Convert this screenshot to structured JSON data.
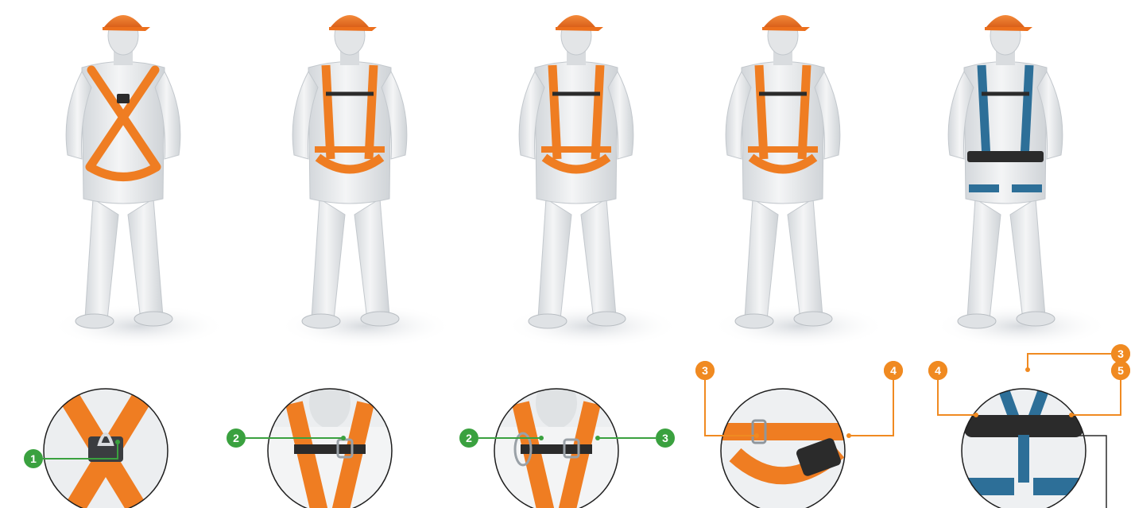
{
  "colors": {
    "harness_orange": "#ef7d22",
    "harness_blue": "#2d6f98",
    "callout_green": "#3aa13f",
    "callout_orange": "#f08a21",
    "suit": "#e9ebed",
    "helmet": "#ec6f1c",
    "buckle_dark": "#2b2b2b"
  },
  "panels": [
    {
      "harness_color": "orange",
      "view": "back",
      "callouts": [
        {
          "label": "1",
          "style": "green-dot",
          "side": "left"
        }
      ]
    },
    {
      "harness_color": "orange",
      "view": "front",
      "callouts": [
        {
          "label": "2",
          "style": "green-dot",
          "side": "left"
        }
      ]
    },
    {
      "harness_color": "orange",
      "view": "front",
      "callouts": [
        {
          "label": "2",
          "style": "green-dot",
          "side": "left"
        },
        {
          "label": "3",
          "style": "green-dot",
          "side": "right"
        }
      ]
    },
    {
      "harness_color": "orange",
      "view": "front",
      "callouts": [
        {
          "label": "3",
          "style": "orange-marker",
          "side": "left"
        },
        {
          "label": "4",
          "style": "orange-marker",
          "side": "right"
        }
      ]
    },
    {
      "harness_color": "blue",
      "view": "front",
      "callouts": [
        {
          "label": "4",
          "style": "orange-marker",
          "side": "left"
        },
        {
          "label": "3",
          "style": "orange-marker",
          "side": "top"
        },
        {
          "label": "5",
          "style": "orange-marker",
          "side": "right"
        }
      ]
    }
  ]
}
